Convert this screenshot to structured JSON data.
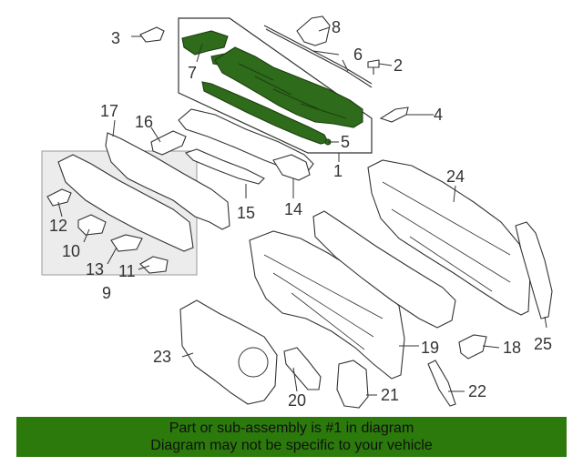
{
  "callouts": {
    "c1": "1",
    "c2": "2",
    "c3": "3",
    "c4": "4",
    "c5": "5",
    "c6": "6",
    "c7": "7",
    "c8": "8",
    "c9": "9",
    "c10": "10",
    "c11": "11",
    "c12": "12",
    "c13": "13",
    "c14": "14",
    "c15": "15",
    "c16": "16",
    "c17": "17",
    "c18": "18",
    "c19": "19",
    "c20": "20",
    "c21": "21",
    "c22": "22",
    "c23": "23",
    "c24": "24",
    "c25": "25"
  },
  "banner": {
    "line1": "Part or sub-assembly is #1 in diagram",
    "line2": "Diagram may not be specific to your vehicle"
  },
  "colors": {
    "highlight": "#2e6b1b",
    "banner": "#2b7a0b",
    "line": "#333333"
  }
}
